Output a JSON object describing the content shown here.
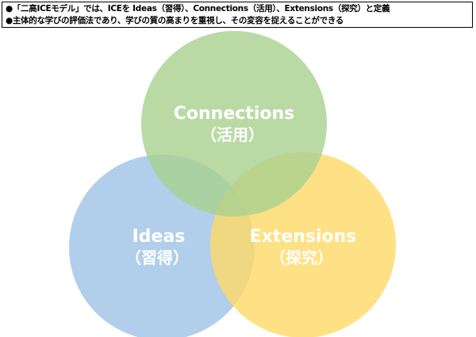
{
  "header": {
    "line1": "●「二高ICEモデル」では、ICEを Ideas（習得）、Connections（活用）、Extensions（探究）と定義",
    "line2": "●主体的な学びの評価法であり、学びの質の高まりを重視し、その変容を捉えることができる"
  },
  "circles": {
    "connections": {
      "title": "Connections",
      "subtitle": "（活用）",
      "color": "#a9d18e"
    },
    "ideas": {
      "title": "Ideas",
      "subtitle": "（習得）",
      "color": "#9dc3e6"
    },
    "extensions": {
      "title": "Extensions",
      "subtitle": "（探究）",
      "color": "#ffd966"
    }
  }
}
